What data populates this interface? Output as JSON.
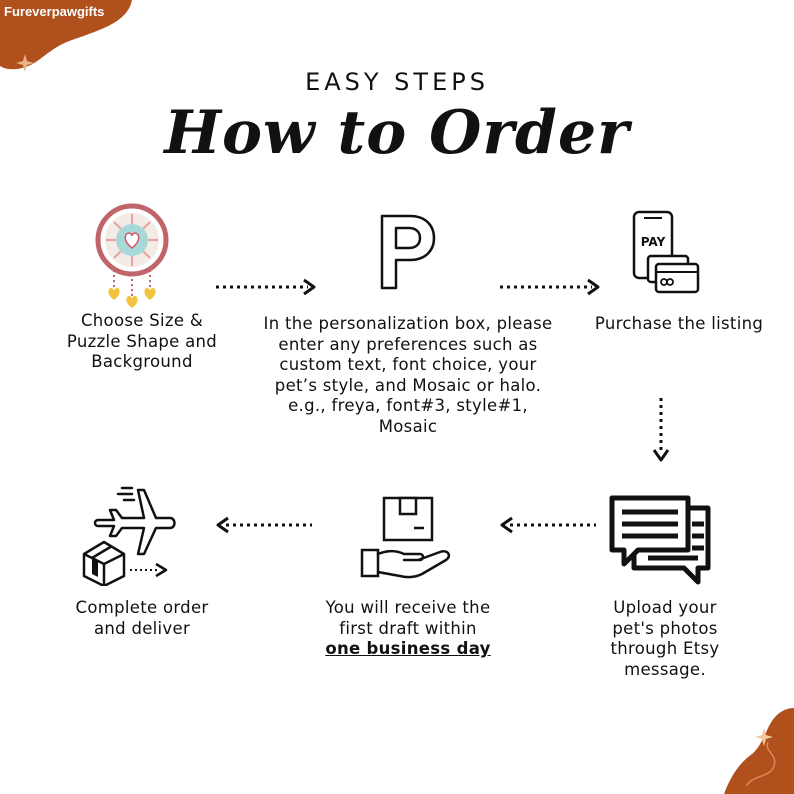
{
  "brand": {
    "name": "Fureverpawgifts",
    "color": "#b0501c"
  },
  "header": {
    "subtitle": "EASY STEPS",
    "title": "How to Order"
  },
  "steps": [
    {
      "text": "Choose Size & Puzzle Shape and Background",
      "icon": "dreamcatcher-icon"
    },
    {
      "text": "In the personalization box, please enter any preferences such as custom text, font choice, your pet’s style, and Mosaic or halo. e.g., freya, font#3, style#1, Mosaic",
      "icon": "letter-p-icon"
    },
    {
      "text": "Purchase the listing",
      "icon": "pay-phone-card-icon",
      "icon_text": "PAY"
    },
    {
      "text": "Upload your pet's photos through Etsy message.",
      "icon": "chat-bubbles-icon"
    },
    {
      "text_before": "You will receive the first draft within ",
      "text_emphasis": "one business day",
      "icon": "hand-package-icon"
    },
    {
      "text": "Complete order and deliver",
      "icon": "airplane-box-icon"
    }
  ],
  "colors": {
    "accent": "#b0501c",
    "text": "#111111",
    "dreamcatcher_ring": "#c0656a",
    "dreamcatcher_center": "#a8d8d8",
    "hearts": "#f2c33c"
  }
}
